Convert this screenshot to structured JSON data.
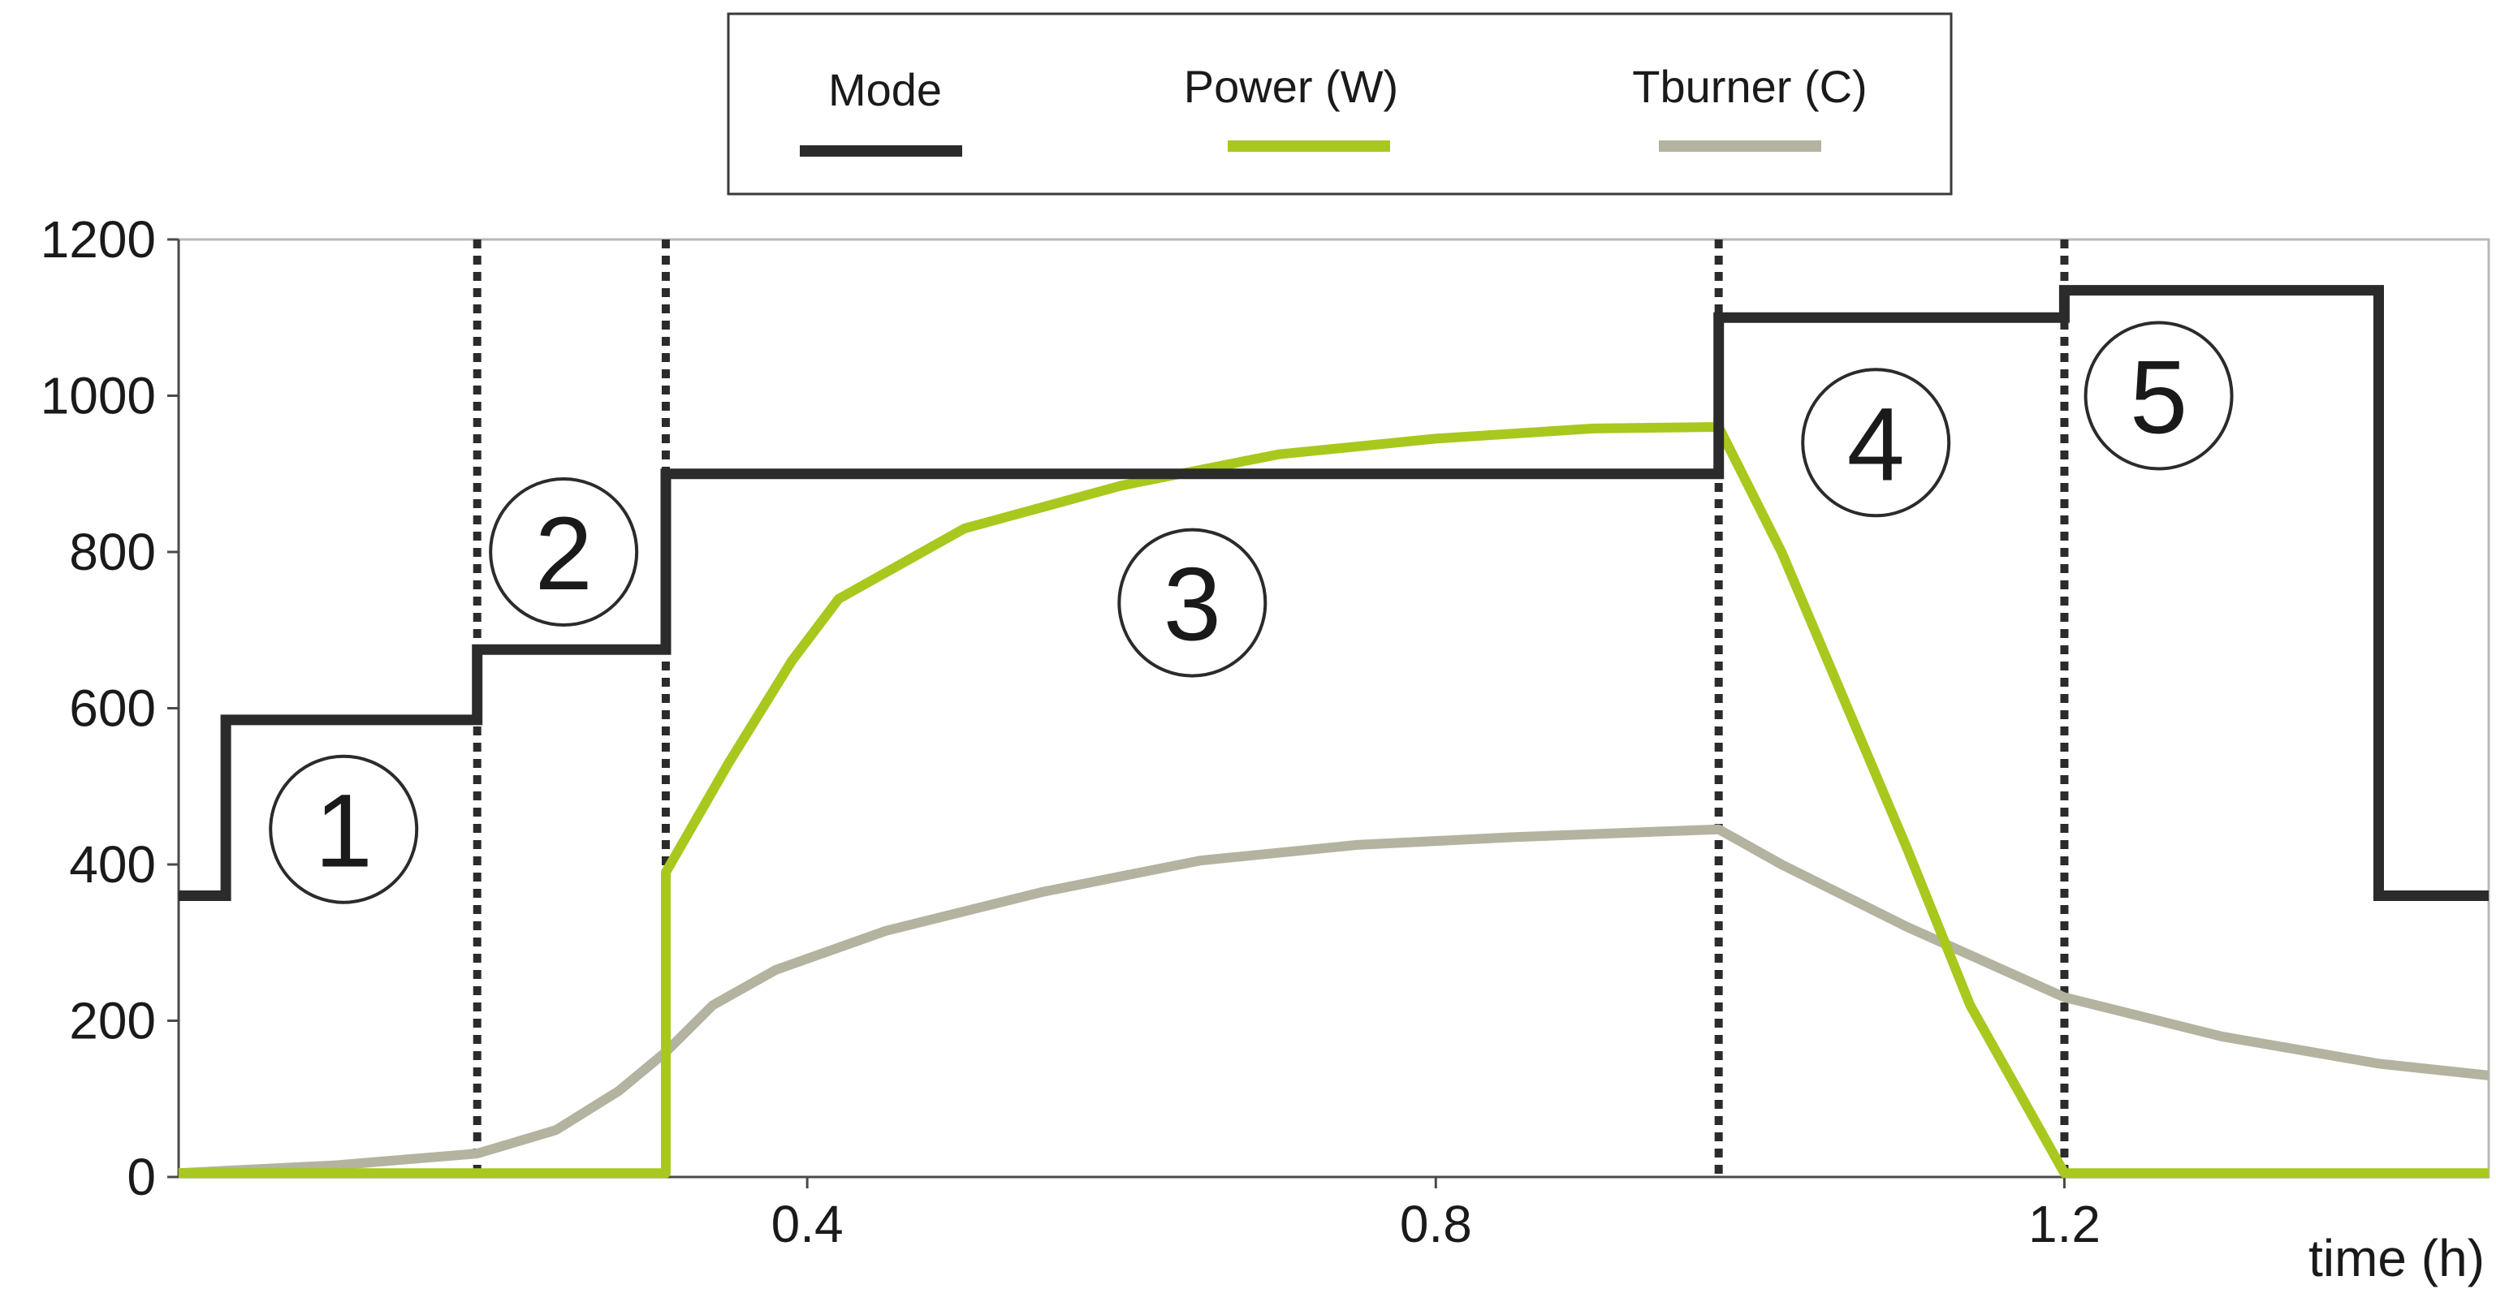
{
  "chart_data": {
    "type": "line",
    "xlabel": "time (h)",
    "ylabel": "",
    "xlim": [
      0,
      1.47
    ],
    "ylim": [
      0,
      1200
    ],
    "x_ticks": [
      0.4,
      0.8,
      1.2
    ],
    "x_tick_labels": [
      "0.4",
      "0.8",
      "1.2"
    ],
    "y_ticks": [
      0,
      200,
      400,
      600,
      800,
      1000,
      1200
    ],
    "y_tick_labels": [
      "0",
      "200",
      "400",
      "600",
      "800",
      "1000",
      "1200"
    ],
    "grid": false,
    "legend_position": "top-center",
    "series": [
      {
        "name": "Mode",
        "color": "#2b2b2b",
        "x": [
          0,
          0.03,
          0.03,
          0.19,
          0.19,
          0.31,
          0.31,
          0.98,
          0.98,
          1.2,
          1.2,
          1.4,
          1.4,
          1.47
        ],
        "y": [
          360,
          360,
          585,
          585,
          675,
          675,
          900,
          900,
          1100,
          1100,
          1135,
          1135,
          360,
          360
        ]
      },
      {
        "name": "Power (W)",
        "color": "#a8c81e",
        "x": [
          0,
          0.31,
          0.31,
          0.35,
          0.39,
          0.42,
          0.5,
          0.6,
          0.7,
          0.8,
          0.9,
          0.98,
          1.02,
          1.06,
          1.1,
          1.14,
          1.2,
          1.47
        ],
        "y": [
          5,
          5,
          390,
          530,
          660,
          740,
          830,
          885,
          925,
          945,
          958,
          960,
          800,
          610,
          420,
          220,
          5,
          5
        ]
      },
      {
        "name": "Tburner (C)",
        "color": "#b3b3a0",
        "x": [
          0,
          0.1,
          0.19,
          0.24,
          0.28,
          0.31,
          0.34,
          0.38,
          0.45,
          0.55,
          0.65,
          0.75,
          0.85,
          0.98,
          1.02,
          1.1,
          1.2,
          1.3,
          1.4,
          1.47
        ],
        "y": [
          5,
          15,
          30,
          60,
          110,
          160,
          220,
          265,
          315,
          365,
          405,
          425,
          435,
          445,
          400,
          320,
          230,
          180,
          145,
          130
        ]
      }
    ],
    "phase_boundaries_x": [
      0.19,
      0.31,
      0.98,
      1.2
    ],
    "phases": [
      {
        "label": "1",
        "x": 0.105,
        "y": 445
      },
      {
        "label": "2",
        "x": 0.245,
        "y": 800
      },
      {
        "label": "3",
        "x": 0.645,
        "y": 735
      },
      {
        "label": "4",
        "x": 1.08,
        "y": 940
      },
      {
        "label": "5",
        "x": 1.26,
        "y": 1000
      }
    ]
  }
}
